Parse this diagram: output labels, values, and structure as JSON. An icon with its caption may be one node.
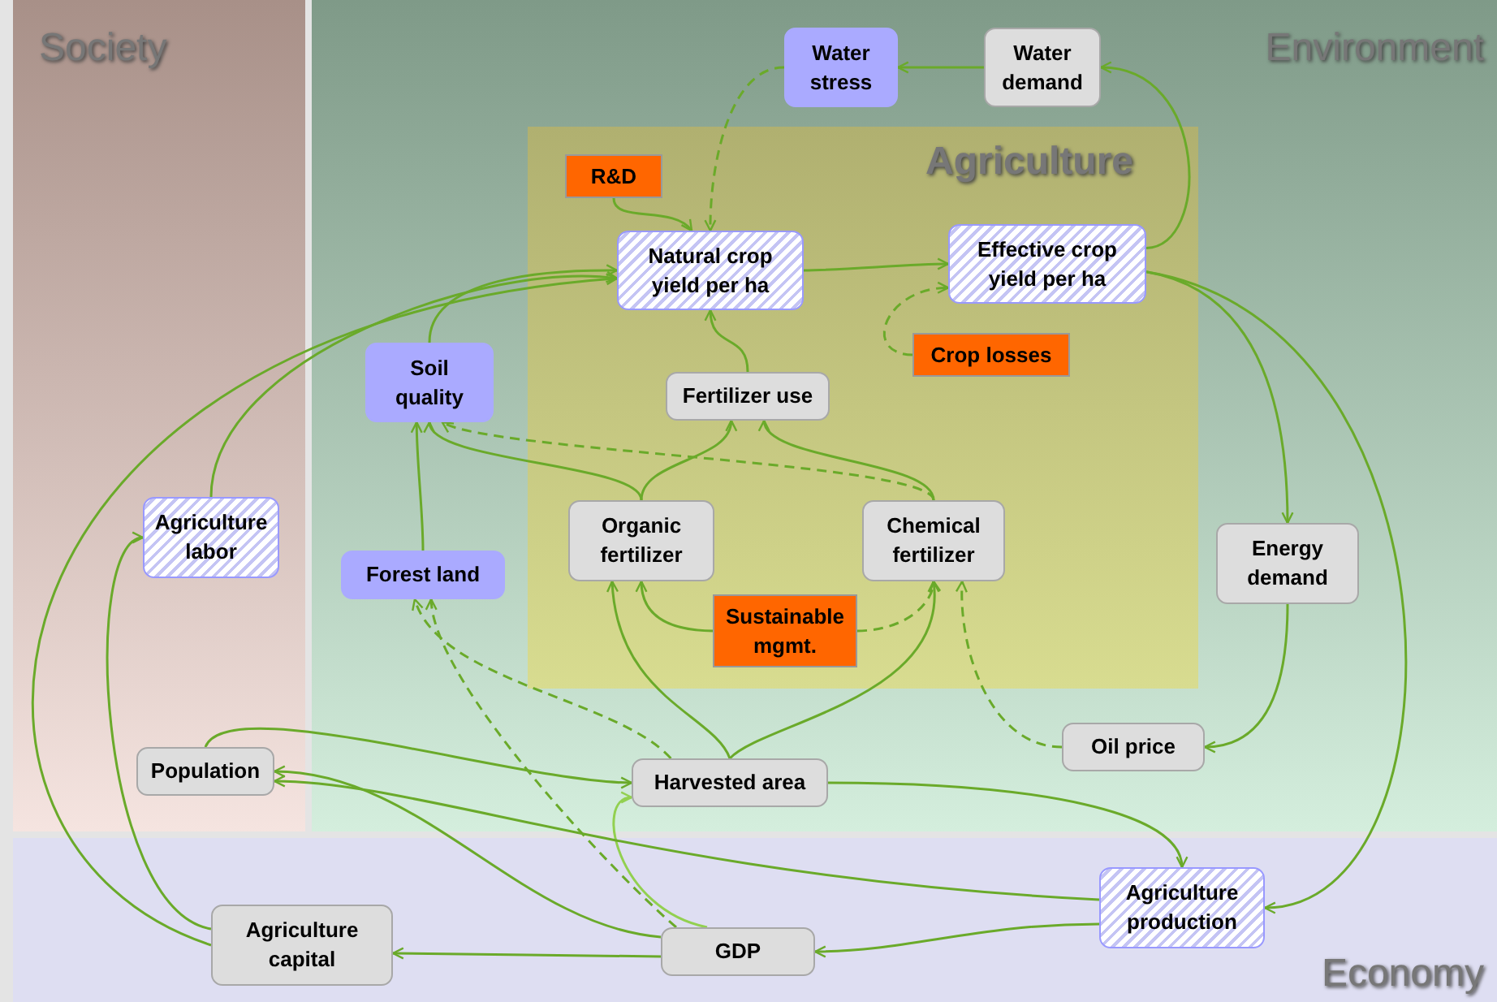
{
  "diagram": {
    "nodes": [
      {
        "text": [
          "Society"
        ]
      },
      {
        "text": [
          "Environment"
        ]
      },
      {
        "text": [
          "Agriculture"
        ],
        "in": 1
      },
      {
        "text": [
          "Economy"
        ]
      },
      {
        "text": [
          "Water stress"
        ],
        "in": 1
      },
      {
        "text": [
          "Water demand"
        ],
        "in": 1
      },
      {
        "text": [
          "R&D"
        ],
        "in": 2
      },
      {
        "text": [
          "Natural crop yield per ha"
        ],
        "in": 2
      },
      {
        "text": [
          "Effective crop yield per ha"
        ],
        "in": 2
      },
      {
        "text": [
          "Crop losses"
        ],
        "in": 2
      },
      {
        "text": [
          "Soil quality"
        ],
        "in": 1
      },
      {
        "text": [
          "Fertilizer use"
        ],
        "in": 2
      },
      {
        "text": [
          "Agriculture labor"
        ],
        "in": 0
      },
      {
        "text": [
          "Organic fertilizer"
        ],
        "in": 2
      },
      {
        "text": [
          "Chemical fertilizer"
        ],
        "in": 2
      },
      {
        "text": [
          "Energy demand"
        ],
        "in": 1
      },
      {
        "text": [
          "Forest land"
        ],
        "in": 1
      },
      {
        "text": [
          "Sustainable mgmt."
        ],
        "in": 2
      },
      {
        "text": [
          "Population"
        ],
        "in": 0
      },
      {
        "text": [
          "Harvested area"
        ],
        "in": 1
      },
      {
        "text": [
          "Oil price"
        ],
        "in": 1
      },
      {
        "text": [
          "Agriculture capital"
        ],
        "in": 3
      },
      {
        "text": [
          "GDP"
        ],
        "in": 3
      },
      {
        "text": [
          "Agriculture production"
        ],
        "in": 3
      }
    ],
    "edges": [
      {
        "from": 5,
        "to": 4,
        "arrow": "to"
      },
      {
        "from": 4,
        "to": 7,
        "arrow": "to",
        "style": "dashed"
      },
      {
        "from": 6,
        "to": 7,
        "arrow": "to"
      },
      {
        "from": 7,
        "to": 8,
        "arrow": "to"
      },
      {
        "from": 9,
        "to": 8,
        "arrow": "to",
        "style": "dashed"
      },
      {
        "from": 8,
        "to": 5,
        "arrow": "to"
      },
      {
        "from": 8,
        "to": 15,
        "arrow": "to"
      },
      {
        "from": 8,
        "to": 23,
        "arrow": "to"
      },
      {
        "from": 11,
        "to": 7,
        "arrow": "to"
      },
      {
        "from": 10,
        "to": 7,
        "arrow": "to"
      },
      {
        "from": 12,
        "to": 7,
        "arrow": "to"
      },
      {
        "from": 21,
        "to": 7,
        "arrow": "to"
      },
      {
        "from": 21,
        "to": 12,
        "arrow": "to"
      },
      {
        "from": 13,
        "to": 11,
        "arrow": "to"
      },
      {
        "from": 13,
        "to": 10,
        "arrow": "to"
      },
      {
        "from": 14,
        "to": 11,
        "arrow": "to"
      },
      {
        "from": 14,
        "to": 10,
        "arrow": "to",
        "style": "dashed"
      },
      {
        "from": 16,
        "to": 10,
        "arrow": "to"
      },
      {
        "from": 17,
        "to": 13,
        "arrow": "to"
      },
      {
        "from": 17,
        "to": 14,
        "arrow": "to",
        "style": "dashed"
      },
      {
        "from": 19,
        "to": 13,
        "arrow": "to"
      },
      {
        "from": 19,
        "to": 14,
        "arrow": "to"
      },
      {
        "from": 19,
        "to": 16,
        "arrow": "to",
        "style": "dashed"
      },
      {
        "from": 20,
        "to": 14,
        "arrow": "to",
        "style": "dashed"
      },
      {
        "from": 15,
        "to": 20,
        "arrow": "to"
      },
      {
        "from": 18,
        "to": 19,
        "arrow": "to"
      },
      {
        "from": 19,
        "to": 23,
        "arrow": "to"
      },
      {
        "from": 22,
        "to": 18,
        "arrow": "to"
      },
      {
        "from": 22,
        "to": 21,
        "arrow": "to"
      },
      {
        "from": 22,
        "to": 16,
        "arrow": "to",
        "style": "dashed"
      },
      {
        "from": 22,
        "to": 19,
        "arrow": "to",
        "color": "#92d050"
      },
      {
        "from": 23,
        "to": 22,
        "arrow": "to"
      },
      {
        "from": 23,
        "to": 18,
        "arrow": "to"
      }
    ]
  }
}
